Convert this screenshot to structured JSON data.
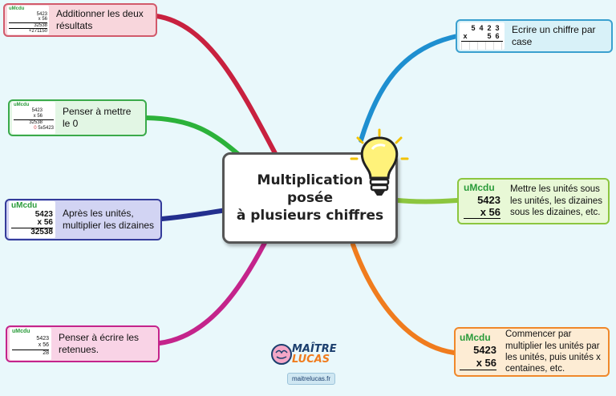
{
  "center": {
    "lines": [
      "Multiplication",
      "posée",
      "à plusieurs chiffres"
    ]
  },
  "branches": {
    "add": {
      "label": "Additionner les deux résultats",
      "color": "#f8d6dc",
      "border": "#d15a6b"
    },
    "zero": {
      "label": "Penser à mettre le 0",
      "color": "#e2f6e4",
      "border": "#3aaa4a"
    },
    "tens": {
      "label": "Après les unités, multiplier les dizaines",
      "color": "#d2d4f3",
      "border": "#343c9b"
    },
    "carry": {
      "label": "Penser à écrire les retenues.",
      "color": "#f9d3e6",
      "border": "#c4248b"
    },
    "digit": {
      "label": "Ecrire un chiffre par case",
      "color": "#d8f1f8",
      "border": "#3aa0cf"
    },
    "align": {
      "label": "Mettre les unités sous les unités, les dizaines sous les dizaines, etc.",
      "color": "#e8f8d6",
      "border": "#8cc63f"
    },
    "start": {
      "label": "Commencer par multiplier les unités par les unités, puis unités x centaines, etc.",
      "color": "#fdecd4",
      "border": "#f0882a"
    }
  },
  "thumbs": {
    "heading": "uMcdu",
    "multiplicand": "5423",
    "multiplier": "x 56",
    "partial": "32538",
    "sum": "+271150",
    "zero_note": "0",
    "zero_calc": "5x5423",
    "carry_partial": "28",
    "digits": [
      "5",
      "4",
      "2",
      "3"
    ],
    "digits_mult": "x",
    "digits_b": [
      "5",
      "6"
    ]
  },
  "logo": {
    "brand_top": "MAÎTRE",
    "brand_bottom": "LUCAS",
    "url": "maitrelucas.fr"
  }
}
